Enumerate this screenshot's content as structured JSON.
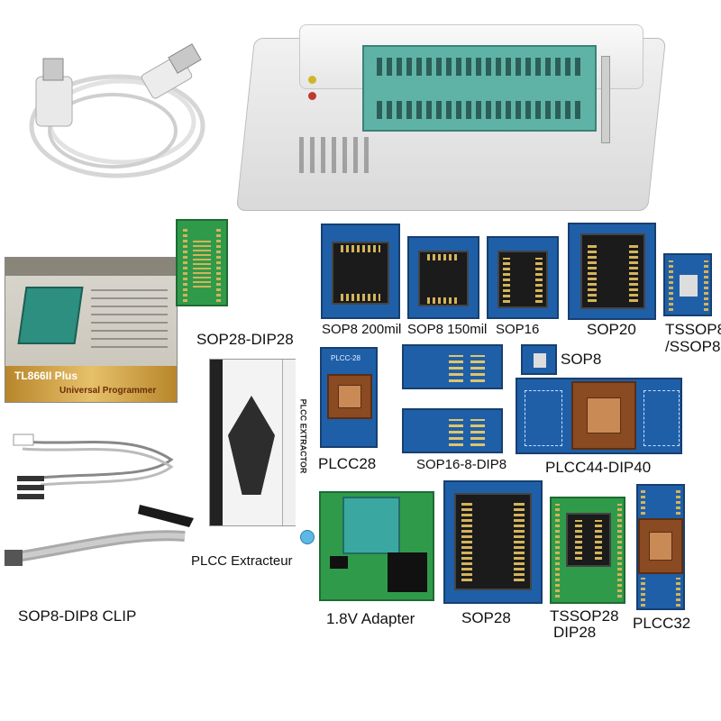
{
  "image": {
    "labels": {
      "sop28_dip28": "SOP28-DIP28",
      "sop8_200mil": "SOP8 200mil",
      "sop8_150mil": "SOP8 150mil",
      "sop16": "SOP16",
      "sop20": "SOP20",
      "tssop8_ssop8_line1": "TSSOP8",
      "tssop8_ssop8_line2": "/SSOP8",
      "sop8": "SOP8",
      "plcc28": "PLCC28",
      "sop16_8_dip8": "SOP16-8-DIP8",
      "plcc44_dip40": "PLCC44-DIP40",
      "plcc_extracteur": "PLCC Extracteur",
      "sop8_dip8_clip": "SOP8-DIP8 CLIP",
      "adapter_1_8v": "1.8V Adapter",
      "sop28": "SOP28",
      "tssop28_dip28_line1": "TSSOP28",
      "tssop28_dip28_line2": "DIP28",
      "plcc32": "PLCC32"
    },
    "box": {
      "model": "TL866II Plus",
      "subtitle": "Universal Programmer"
    },
    "silkscreen": {
      "plcc28_board": "PLCC-28",
      "plcc_tool": "PLCC EXTRACTOR"
    }
  }
}
